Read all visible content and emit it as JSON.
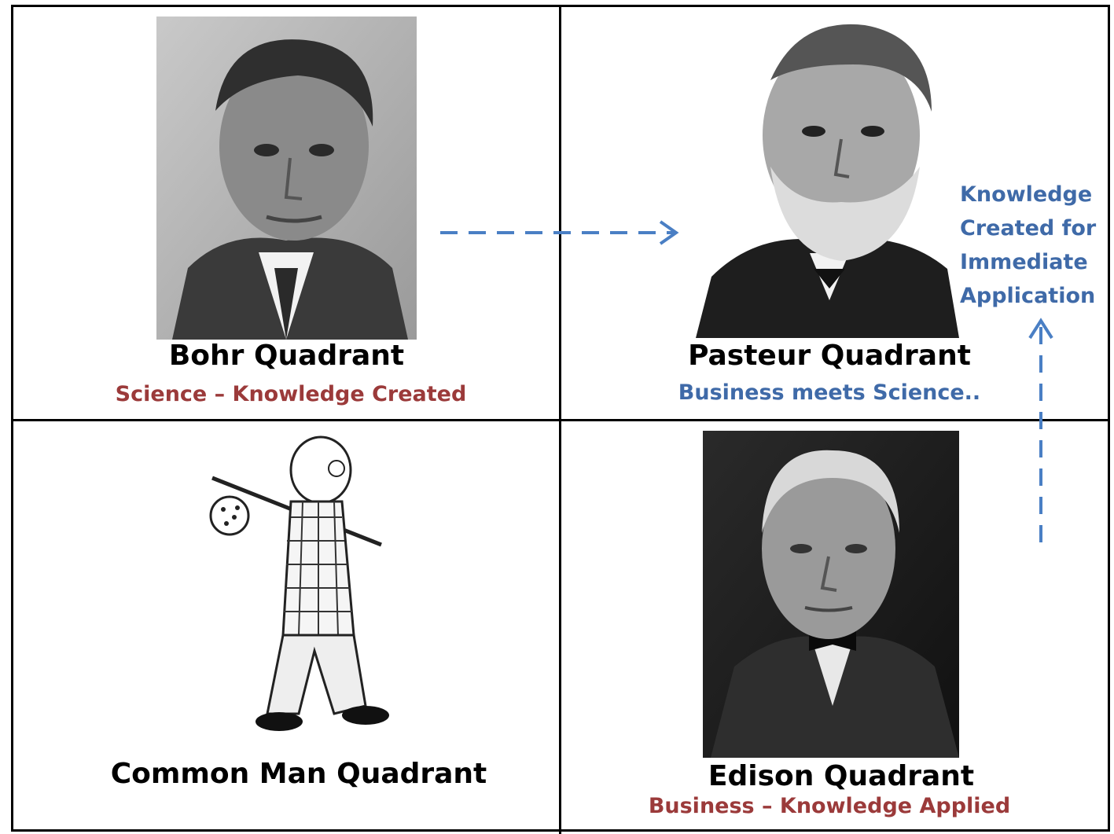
{
  "quadrants": {
    "bohr": {
      "title": "Bohr Quadrant",
      "subtitle": "Science – Knowledge Created"
    },
    "pasteur": {
      "title": "Pasteur Quadrant",
      "subtitle": "Business meets Science.."
    },
    "common_man": {
      "title": "Common Man Quadrant"
    },
    "edison": {
      "title": "Edison Quadrant",
      "subtitle": "Business – Knowledge Applied"
    }
  },
  "side_note": {
    "lines": [
      "Knowledge",
      "Created for",
      "Immediate",
      "Application"
    ]
  },
  "colors": {
    "subtitle_red": "#9b3a3a",
    "accent_blue": "#3f6aa8",
    "grid_lines": "#000000"
  }
}
